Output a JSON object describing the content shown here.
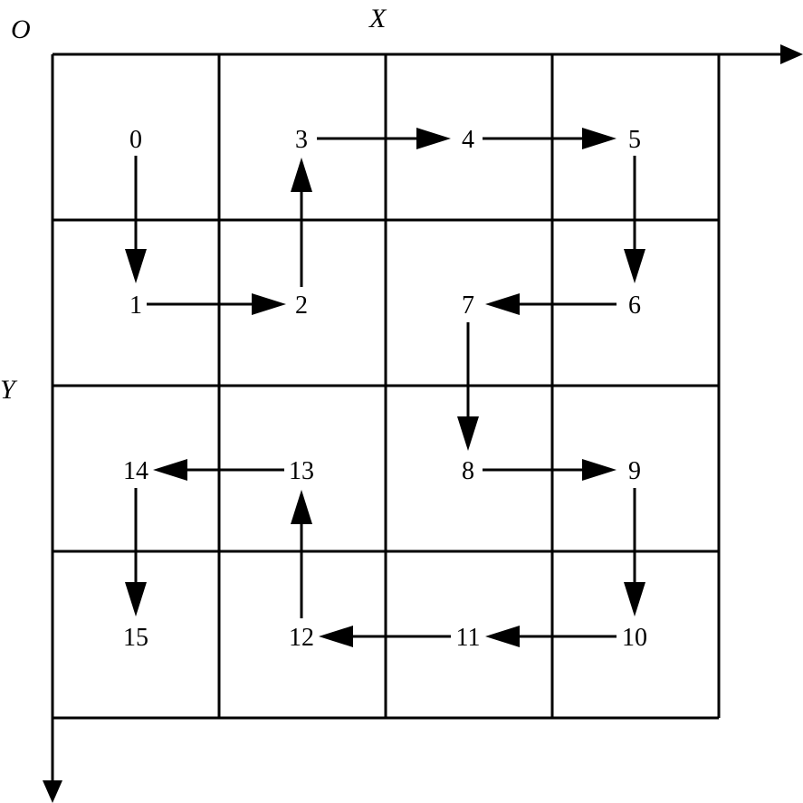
{
  "axis": {
    "origin_label": "O",
    "x_label": "X",
    "y_label": "Y"
  },
  "grid": {
    "rows": 4,
    "cols": 4
  },
  "cells": [
    {
      "label": "0",
      "col": 0,
      "row": 0
    },
    {
      "label": "1",
      "col": 0,
      "row": 1
    },
    {
      "label": "2",
      "col": 1,
      "row": 1
    },
    {
      "label": "3",
      "col": 1,
      "row": 0
    },
    {
      "label": "4",
      "col": 2,
      "row": 0
    },
    {
      "label": "5",
      "col": 3,
      "row": 0
    },
    {
      "label": "6",
      "col": 3,
      "row": 1
    },
    {
      "label": "7",
      "col": 2,
      "row": 1
    },
    {
      "label": "8",
      "col": 2,
      "row": 2
    },
    {
      "label": "9",
      "col": 3,
      "row": 2
    },
    {
      "label": "10",
      "col": 3,
      "row": 3
    },
    {
      "label": "11",
      "col": 2,
      "row": 3
    },
    {
      "label": "12",
      "col": 1,
      "row": 3
    },
    {
      "label": "13",
      "col": 1,
      "row": 2
    },
    {
      "label": "14",
      "col": 0,
      "row": 2
    },
    {
      "label": "15",
      "col": 0,
      "row": 3
    }
  ],
  "path_order": [
    "0",
    "1",
    "2",
    "3",
    "4",
    "5",
    "6",
    "7",
    "8",
    "9",
    "10",
    "11",
    "12",
    "13",
    "14",
    "15"
  ]
}
